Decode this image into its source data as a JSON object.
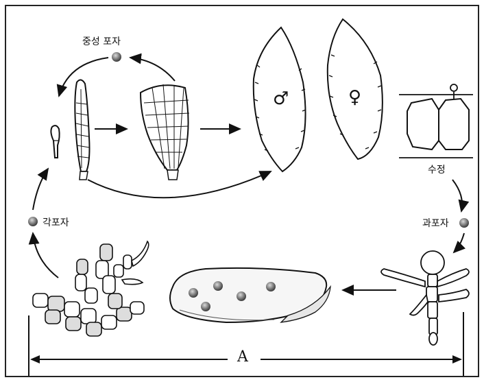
{
  "labels": {
    "neutral_spore": "중성 포자",
    "tetraspore": "각포자",
    "fertilization": "수정",
    "carpospore": "과포자",
    "span_label": "A",
    "male_symbol": "♂",
    "female_symbol": "♀"
  },
  "colors": {
    "line": "#111111",
    "spore_fill": "#7a7a7a",
    "background": "#ffffff"
  }
}
